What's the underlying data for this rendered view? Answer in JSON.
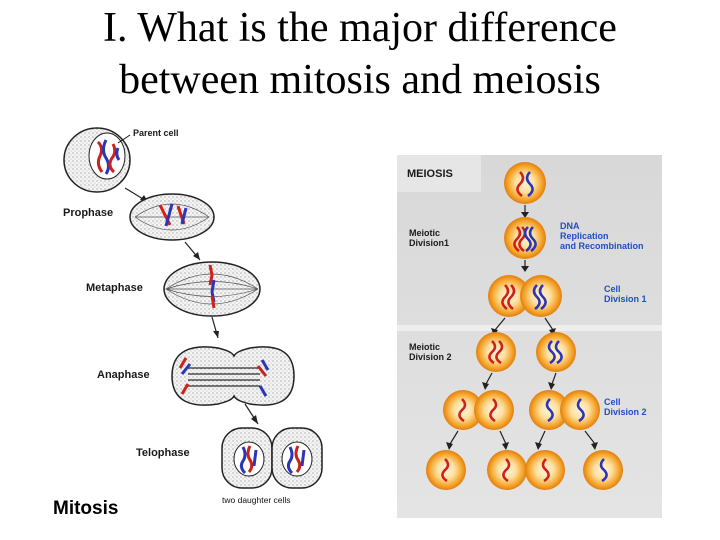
{
  "title": {
    "line1": "I. What is the major difference",
    "line2": "between mitosis and meiosis"
  },
  "mitosis": {
    "parent_cell": "Parent cell",
    "prophase": "Prophase",
    "metaphase": "Metaphase",
    "anaphase": "Anaphase",
    "telophase": "Telophase",
    "daughter_cells": "two daughter cells",
    "heading": "Mitosis"
  },
  "meiosis": {
    "heading": "MEIOSIS",
    "division1_line1": "Meiotic",
    "division1_line2": "Division1",
    "dna_line1": "DNA",
    "dna_line2": "Replication",
    "dna_line3": "and Recombination",
    "cell_div1_line1": "Cell",
    "cell_div1_line2": "Division 1",
    "division2_line1": "Meiotic",
    "division2_line2": "Division 2",
    "cell_div2_line1": "Cell",
    "cell_div2_line2": "Division 2"
  },
  "colors": {
    "meiosis_panel": "#d9d9d9",
    "cell_fill": "#f5a623",
    "chromosome_red": "#d0201a",
    "chromosome_blue": "#2a35b8",
    "label_blue": "#1f4fc1"
  }
}
